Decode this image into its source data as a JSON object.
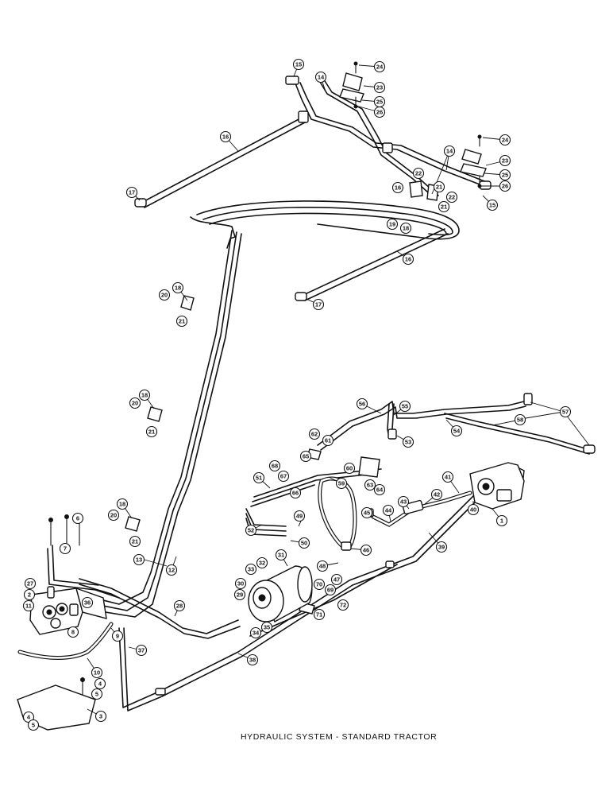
{
  "caption": "HYDRAULIC SYSTEM - STANDARD TRACTOR",
  "callouts": [
    "1",
    "2",
    "3",
    "4",
    "5",
    "6",
    "7",
    "8",
    "9",
    "10",
    "11",
    "12",
    "13",
    "14",
    "15",
    "16",
    "17",
    "18",
    "19",
    "20",
    "21",
    "22",
    "23",
    "24",
    "25",
    "26",
    "27",
    "28",
    "29",
    "30",
    "31",
    "32",
    "33",
    "34",
    "35",
    "36",
    "37",
    "38",
    "39",
    "40",
    "41",
    "42",
    "43",
    "44",
    "45",
    "46",
    "47",
    "48",
    "49",
    "50",
    "51",
    "52",
    "53",
    "54",
    "55",
    "56",
    "57",
    "58",
    "59",
    "60",
    "61",
    "62",
    "63",
    "64",
    "65",
    "66",
    "67",
    "68",
    "69",
    "70",
    "71",
    "72"
  ]
}
